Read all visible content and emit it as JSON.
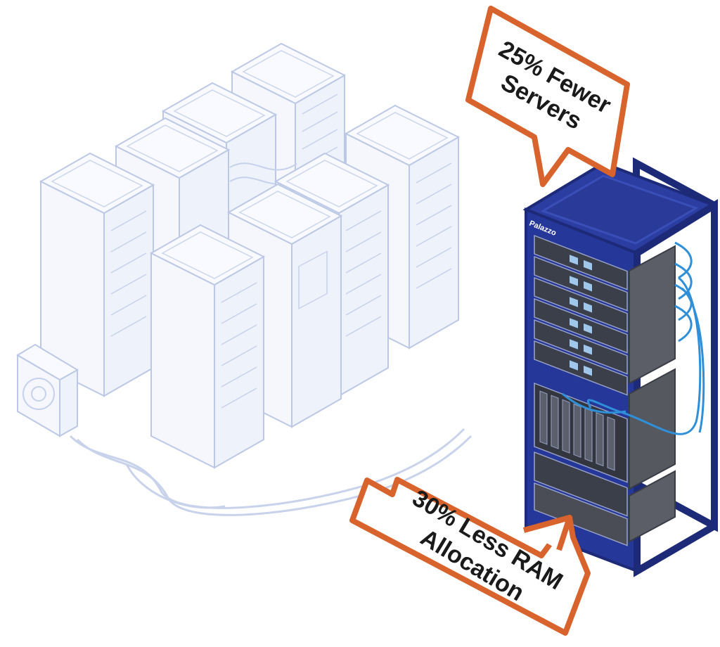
{
  "callouts": {
    "top": {
      "line1": "25% Fewer",
      "line2": "Servers"
    },
    "bottom": {
      "line1": "30% Less RAM",
      "line2": "Allocation"
    }
  },
  "rack": {
    "brand_label": "Palazzo"
  },
  "colors": {
    "faded_rack_stroke": "#b9c6e4",
    "faded_rack_fill": "#f3f6fc",
    "highlight_rack": "#26379a",
    "highlight_rack_dark": "#1c2a78",
    "callout_border": "#d8632c",
    "cable_blue": "#2f8fd8"
  }
}
